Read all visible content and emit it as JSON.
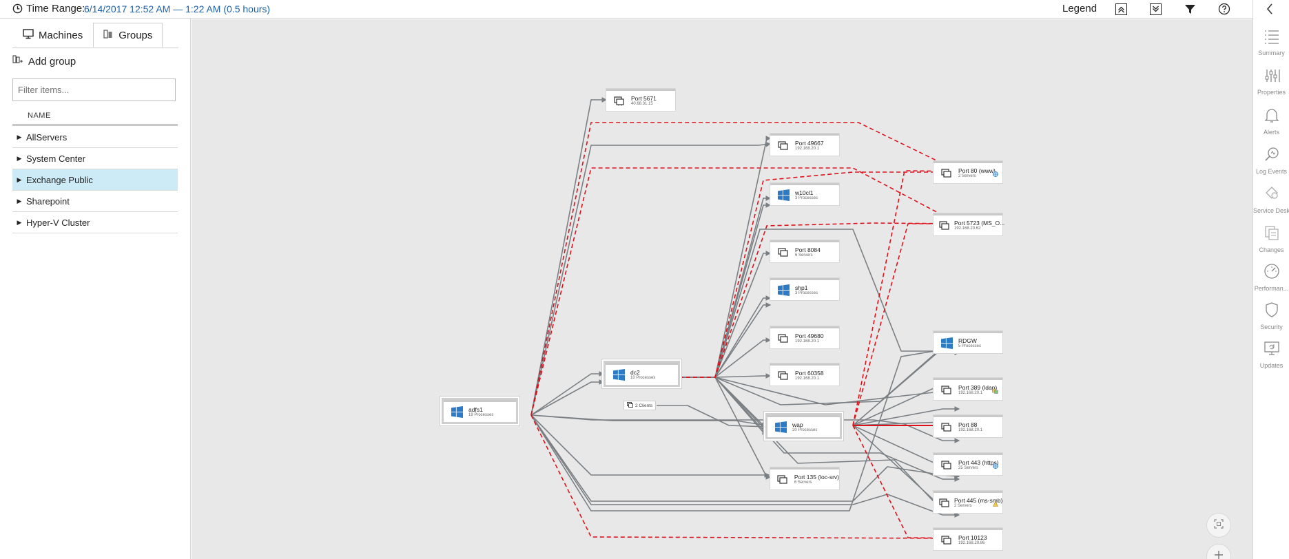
{
  "topbar": {
    "time_range_label": "Time Range:",
    "time_range_value": "6/14/2017 12:52 AM — 1:22 AM (0.5 hours)",
    "legend_label": "Legend"
  },
  "left_panel": {
    "tabs": [
      {
        "label": "Machines",
        "icon": "monitor-icon"
      },
      {
        "label": "Groups",
        "icon": "servers-icon"
      }
    ],
    "add_group_label": "Add group",
    "filter_placeholder": "Filter items...",
    "column_header": "NAME",
    "groups": [
      {
        "label": "AllServers",
        "selected": false
      },
      {
        "label": "System Center",
        "selected": false
      },
      {
        "label": "Exchange Public",
        "selected": true
      },
      {
        "label": "Sharepoint",
        "selected": false
      },
      {
        "label": "Hyper-V Cluster",
        "selected": false
      }
    ]
  },
  "map": {
    "nodes": {
      "adfs1": {
        "title": "adfs1",
        "subtitle": "19 Processes",
        "icon": "windows-icon"
      },
      "dc2": {
        "title": "dc2",
        "subtitle": "10 Processes",
        "icon": "windows-icon"
      },
      "clients": {
        "title": "2 Clients",
        "icon": "clients-icon"
      },
      "port5671": {
        "title": "Port 5671",
        "subtitle": "40.68.31.15",
        "icon": "port-icon"
      },
      "port49667": {
        "title": "Port 49667",
        "subtitle": "192.168.20.1",
        "icon": "port-icon"
      },
      "w10cl1": {
        "title": "w10cl1",
        "subtitle": "3 Processes",
        "icon": "windows-icon"
      },
      "port8084": {
        "title": "Port 8084",
        "subtitle": "6 Servers",
        "icon": "port-icon"
      },
      "shp1": {
        "title": "shp1",
        "subtitle": "3 Processes",
        "icon": "windows-icon"
      },
      "port49680": {
        "title": "Port 49680",
        "subtitle": "192.168.20.1",
        "icon": "port-icon"
      },
      "port60358": {
        "title": "Port 60358",
        "subtitle": "192.168.20.1",
        "icon": "port-icon"
      },
      "wap": {
        "title": "wap",
        "subtitle": "20 Processes",
        "icon": "windows-icon"
      },
      "port135": {
        "title": "Port 135 (loc-srv)",
        "subtitle": "6 Servers",
        "icon": "port-icon"
      },
      "port80": {
        "title": "Port 80 (www)",
        "subtitle": "2 Servers",
        "icon": "port-icon",
        "badge": "globe-badge-icon"
      },
      "port5723": {
        "title": "Port 5723 (MS_O...",
        "subtitle": "192.168.20.62",
        "icon": "port-icon"
      },
      "rdgw": {
        "title": "RDGW",
        "subtitle": "5 Processes",
        "icon": "windows-icon"
      },
      "port389": {
        "title": "Port 389 (ldap)",
        "subtitle": "192.168.20.1",
        "icon": "port-icon",
        "badge": "group-badge-icon"
      },
      "port88": {
        "title": "Port 88",
        "subtitle": "192.168.20.1",
        "icon": "port-icon"
      },
      "port443": {
        "title": "Port 443 (https)",
        "subtitle": "25 Servers",
        "icon": "port-icon",
        "badge": "globe-badge-icon"
      },
      "port445": {
        "title": "Port 445 (ms-smb)",
        "subtitle": "2 Servers",
        "icon": "port-icon",
        "badge": "warning-badge-icon"
      },
      "port10123": {
        "title": "Port 10123",
        "subtitle": "192.168.20.86",
        "icon": "port-icon"
      }
    },
    "colors": {
      "edge": "#7a7f83",
      "failed_edge": "#e0101a",
      "canvas": "#e8e8e8",
      "windows_blue": "#2d7bc4"
    }
  },
  "right_panel": {
    "items": [
      {
        "label": "Summary",
        "icon": "list-icon"
      },
      {
        "label": "Properties",
        "icon": "sliders-icon"
      },
      {
        "label": "Alerts",
        "icon": "bell-icon"
      },
      {
        "label": "Log Events",
        "icon": "search-log-icon"
      },
      {
        "label": "Service Desk",
        "icon": "service-desk-icon"
      },
      {
        "label": "Changes",
        "icon": "changes-icon"
      },
      {
        "label": "Performan...",
        "icon": "gauge-icon"
      },
      {
        "label": "Security",
        "icon": "shield-icon"
      },
      {
        "label": "Updates",
        "icon": "updates-icon"
      }
    ]
  }
}
